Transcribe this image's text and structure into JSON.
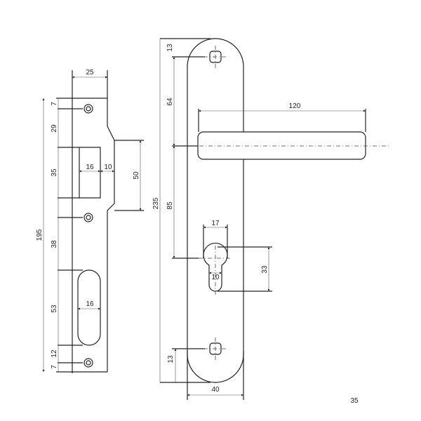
{
  "strike_plate": {
    "dims": {
      "width": "25",
      "top_hole": "7",
      "to_latch": "29",
      "latch_height": "35",
      "latch_width": "16",
      "offset": "10",
      "lip": "50",
      "total": "195",
      "to_bolt": "38",
      "bolt_height": "53",
      "bolt_width": "16",
      "bolt_to_hole": "12",
      "bottom_hole": "7"
    }
  },
  "handle_plate": {
    "dims": {
      "top_hole": "13",
      "to_handle": "64",
      "handle_length": "120",
      "total": "235",
      "handle_to_cylinder": "85",
      "cylinder_width": "17",
      "cylinder_slot": "10",
      "cylinder_height": "33",
      "bottom_hole": "13",
      "plate_width": "40"
    }
  },
  "cut_label": "35"
}
